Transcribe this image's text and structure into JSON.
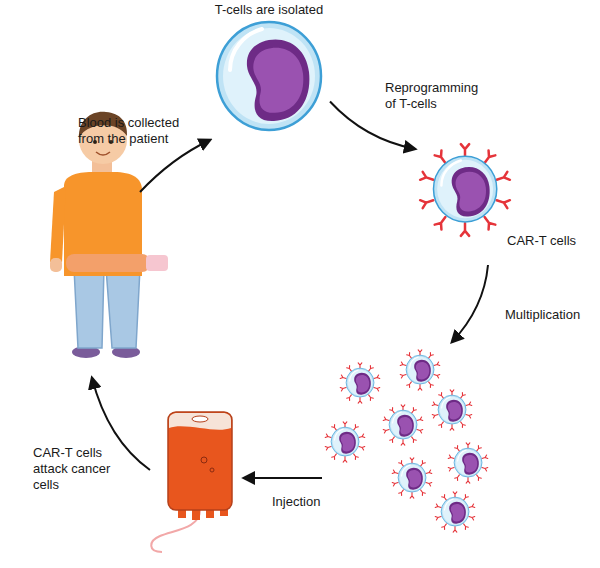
{
  "diagram": {
    "nodes": [
      {
        "text": [
          "T-cells are isolated"
        ]
      },
      {
        "text": [
          "CAR-T cells"
        ]
      }
    ],
    "edges": [
      {
        "from": 0,
        "to": 1,
        "arrow": "to",
        "label": "Reprogramming of T-cells"
      }
    ],
    "labels": [
      "Blood is collected from the patient",
      "Multiplication",
      "Injection",
      "CAR-T cells attack cancer cells"
    ]
  }
}
